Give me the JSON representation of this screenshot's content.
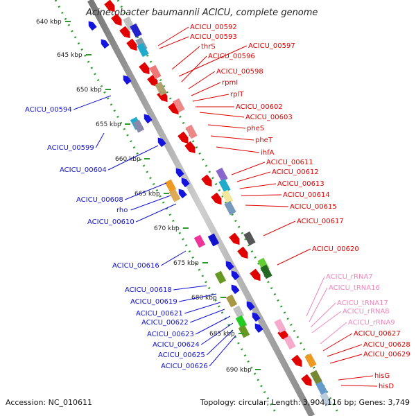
{
  "title": "Acinetobacter baumannii ACICU, complete genome",
  "kbp_labels": [
    "640 kbp",
    "645 kbp",
    "650 kbp",
    "655 kbp",
    "660 kbp",
    "665 kbp",
    "670 kbp",
    "675 kbp",
    "680 kbp",
    "685 kbp",
    "690 kbp"
  ],
  "right_labels": [
    {
      "text": "ACICU_00592",
      "color": "#dd0000"
    },
    {
      "text": "ACICU_00593",
      "color": "#dd0000"
    },
    {
      "text": "thrS",
      "color": "#dd0000"
    },
    {
      "text": "ACICU_00597",
      "color": "#dd0000"
    },
    {
      "text": "ACICU_00596",
      "color": "#dd0000"
    },
    {
      "text": "ACICU_00598",
      "color": "#dd0000"
    },
    {
      "text": "rpmI",
      "color": "#dd0000"
    },
    {
      "text": "rplT",
      "color": "#dd0000"
    },
    {
      "text": "ACICU_00602",
      "color": "#dd0000"
    },
    {
      "text": "ACICU_00603",
      "color": "#dd0000"
    },
    {
      "text": "pheS",
      "color": "#dd0000"
    },
    {
      "text": "pheT",
      "color": "#dd0000"
    },
    {
      "text": "ihfA",
      "color": "#dd0000"
    },
    {
      "text": "ACICU_00611",
      "color": "#dd0000"
    },
    {
      "text": "ACICU_00612",
      "color": "#dd0000"
    },
    {
      "text": "ACICU_00613",
      "color": "#dd0000"
    },
    {
      "text": "ACICU_00614",
      "color": "#dd0000"
    },
    {
      "text": "ACICU_00615",
      "color": "#dd0000"
    },
    {
      "text": "ACICU_00617",
      "color": "#dd0000"
    },
    {
      "text": "ACICU_00620",
      "color": "#dd0000"
    },
    {
      "text": "ACICU_rRNA7",
      "color": "#ee88bb"
    },
    {
      "text": "ACICU_tRNA16",
      "color": "#ee88bb"
    },
    {
      "text": "ACICU_tRNA17",
      "color": "#ee88bb"
    },
    {
      "text": "ACICU_rRNA8",
      "color": "#ee88bb"
    },
    {
      "text": "ACICU_rRNA9",
      "color": "#ee88bb"
    },
    {
      "text": "ACICU_00627",
      "color": "#dd0000"
    },
    {
      "text": "ACICU_00628",
      "color": "#dd0000"
    },
    {
      "text": "ACICU_00629",
      "color": "#dd0000"
    },
    {
      "text": "hisG",
      "color": "#dd0000"
    },
    {
      "text": "hisD",
      "color": "#dd0000"
    }
  ],
  "left_labels": [
    {
      "text": "ACICU_00594",
      "color": "#1111cc"
    },
    {
      "text": "ACICU_00599",
      "color": "#1111cc"
    },
    {
      "text": "ACICU_00604",
      "color": "#1111cc"
    },
    {
      "text": "ACICU_00608",
      "color": "#1111cc"
    },
    {
      "text": "rho",
      "color": "#1111cc"
    },
    {
      "text": "ACICU_00610",
      "color": "#1111cc"
    },
    {
      "text": "ACICU_00616",
      "color": "#1111cc"
    },
    {
      "text": "ACICU_00618",
      "color": "#1111cc"
    },
    {
      "text": "ACICU_00619",
      "color": "#1111cc"
    },
    {
      "text": "ACICU_00621",
      "color": "#1111cc"
    },
    {
      "text": "ACICU_00622",
      "color": "#1111cc"
    },
    {
      "text": "ACICU_00623",
      "color": "#1111cc"
    },
    {
      "text": "ACICU_00624",
      "color": "#1111cc"
    },
    {
      "text": "ACICU_00625",
      "color": "#1111cc"
    },
    {
      "text": "ACICU_00626",
      "color": "#1111cc"
    }
  ],
  "footer": {
    "accession": "Accession: NC_010611",
    "summary": "Topology: circular; Length: 3,904,116 bp; Genes: 3,749"
  },
  "colors": {
    "forward_strand": "#dd0000",
    "reverse_strand": "#1111cc",
    "rna": "#ee88bb",
    "backbone": "#999999",
    "guide": "#229922"
  }
}
